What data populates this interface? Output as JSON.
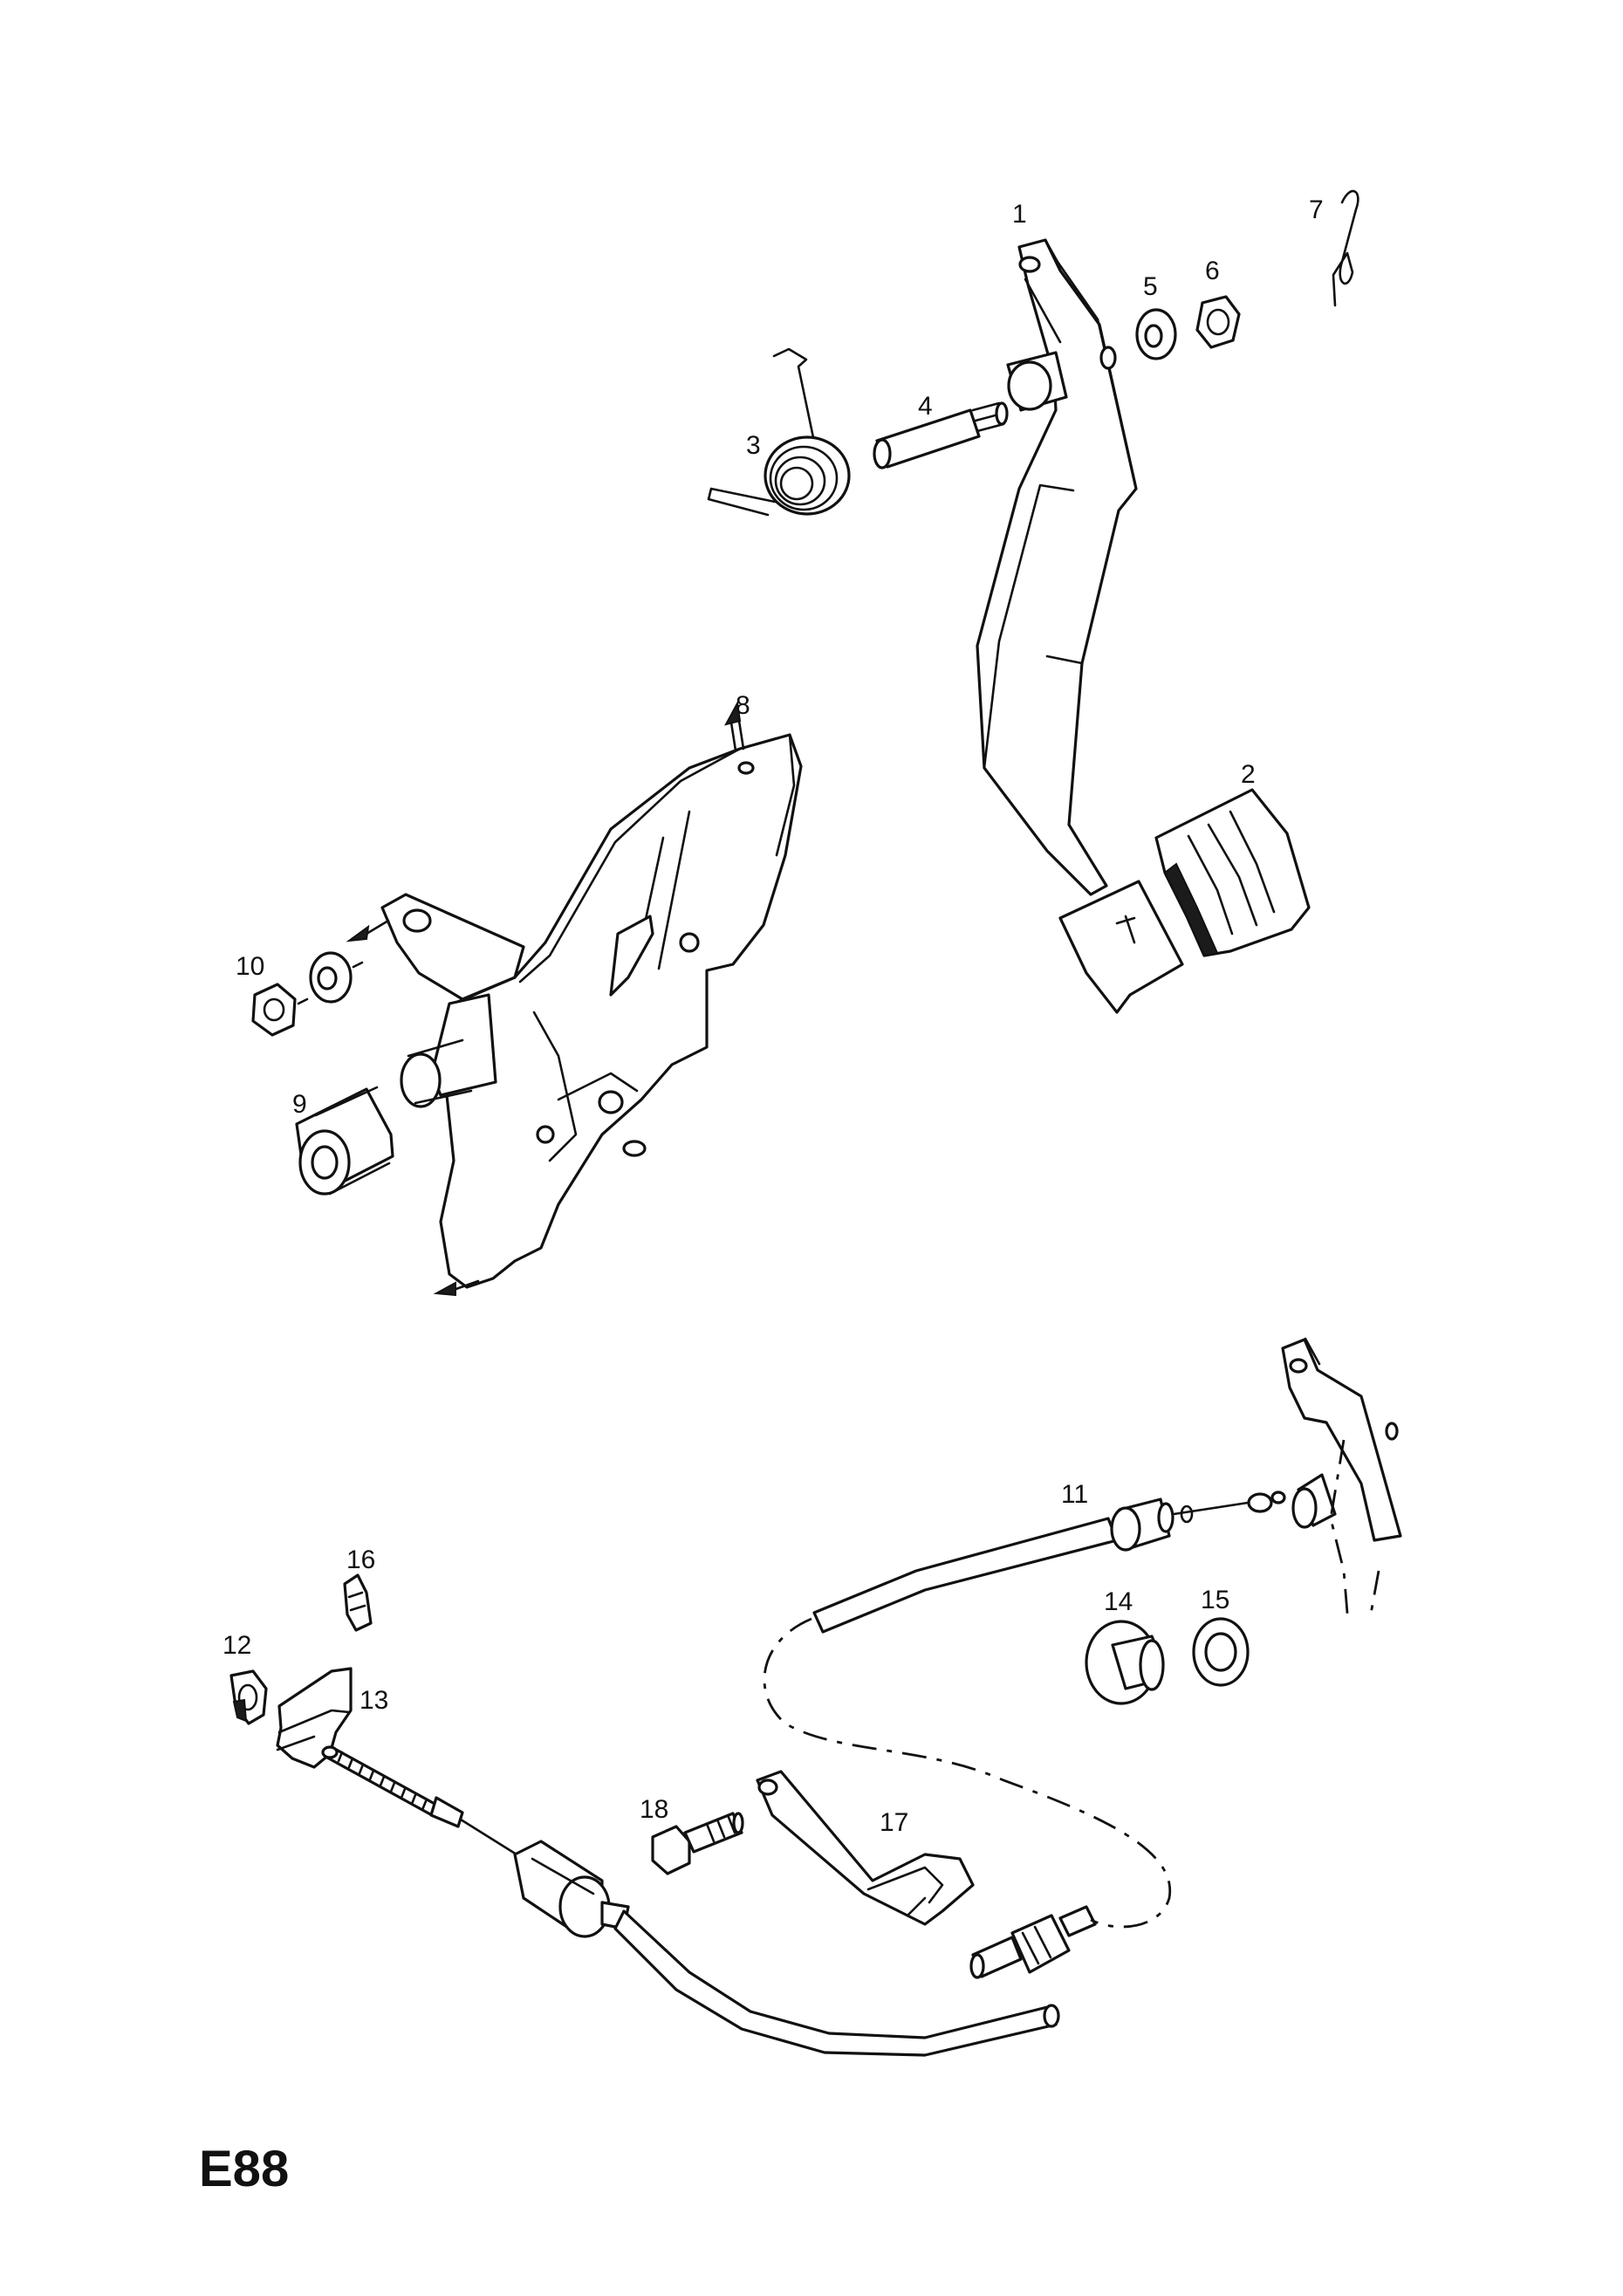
{
  "diagram_code": "E88",
  "callouts": [
    "1",
    "2",
    "3",
    "4",
    "5",
    "6",
    "7",
    "8",
    "9",
    "10",
    "11",
    "12",
    "13",
    "14",
    "15",
    "16",
    "17",
    "18"
  ]
}
